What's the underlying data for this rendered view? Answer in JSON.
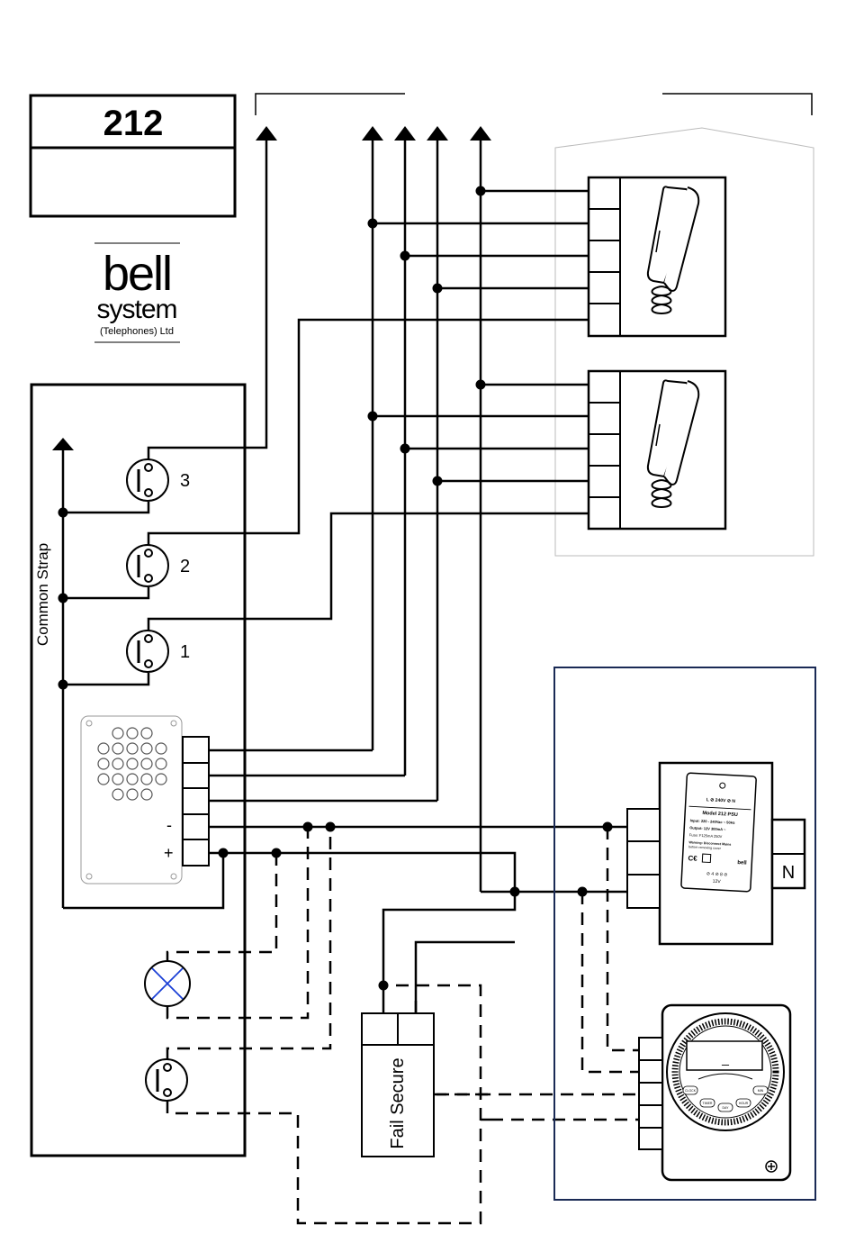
{
  "system": {
    "model_number": "212",
    "brand": {
      "line1": "bell",
      "line2": "system",
      "line3": "(Telephones) Ltd"
    }
  },
  "panel": {
    "common_strap_label": "Common Strap",
    "buttons": [
      {
        "label": "3"
      },
      {
        "label": "2"
      },
      {
        "label": "1"
      }
    ],
    "terminal_minus_label": "-",
    "terminal_plus_label": "+"
  },
  "psu": {
    "neutral_label": "N",
    "label_lines": [
      "L ⊘ 240V ⊘ N",
      "Model 212 PSU",
      "Input: 220 - 240Vac ~ 50Hz",
      "Output: 12V 300mA ~",
      "Fuse: F125mA 250V",
      "Warning: Disconnect Mains",
      "before removing cover",
      "⊘ 4 ⊘ 8 ⊘",
      "12V"
    ]
  },
  "lock": {
    "label": "Fail Secure"
  },
  "timer": {
    "display_text": "_",
    "buttons": [
      "CLOCK",
      "TIMER",
      "DAY",
      "HOUR",
      "MIN"
    ]
  },
  "colors": {
    "line": "#000000",
    "indoor_outline": "#bbbbbb",
    "control_box_border": "#1a2a55",
    "lamp_cross": "#1a3fd6"
  },
  "icons": {
    "handset": "telephone-handset-icon",
    "lamp": "lamp-icon",
    "push_button": "push-button-icon",
    "speaker": "speaker-grille-icon"
  }
}
